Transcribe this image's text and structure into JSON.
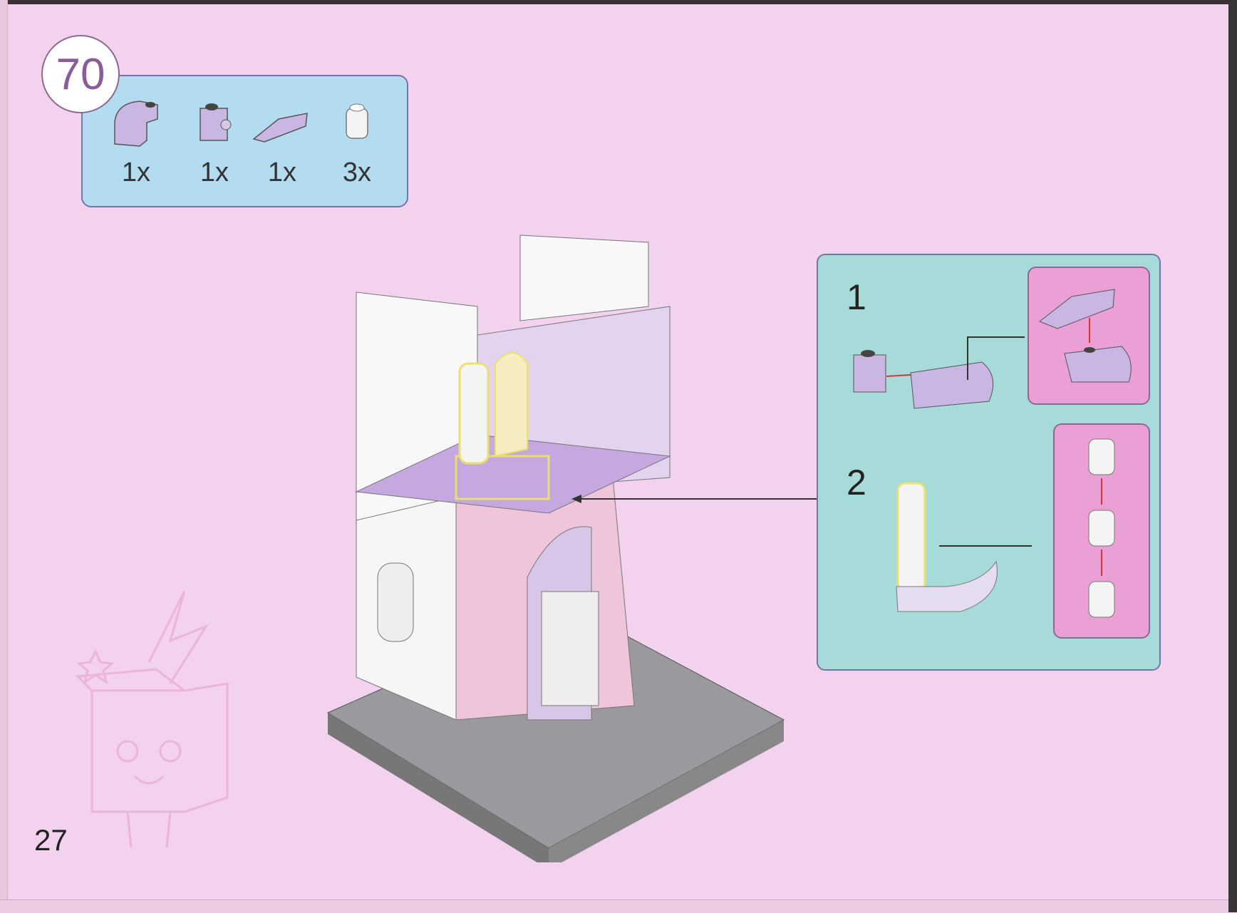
{
  "step": {
    "number": "70"
  },
  "parts_list": [
    {
      "icon": "curved-slope-brick-icon",
      "quantity": "1x"
    },
    {
      "icon": "headlight-brick-icon",
      "quantity": "1x"
    },
    {
      "icon": "wedge-plate-icon",
      "quantity": "1x"
    },
    {
      "icon": "round-brick-icon",
      "quantity": "3x"
    }
  ],
  "callout": {
    "substeps": [
      {
        "number": "1"
      },
      {
        "number": "2"
      }
    ]
  },
  "page": {
    "number": "27"
  },
  "colors": {
    "page": "#f2d2ec",
    "parts_box": "#b4dcf1",
    "callout": "#a7dbd9",
    "sub_callout": "#ea9fd5",
    "step_number": "#8b5c9a",
    "highlight": "#e8e070"
  }
}
